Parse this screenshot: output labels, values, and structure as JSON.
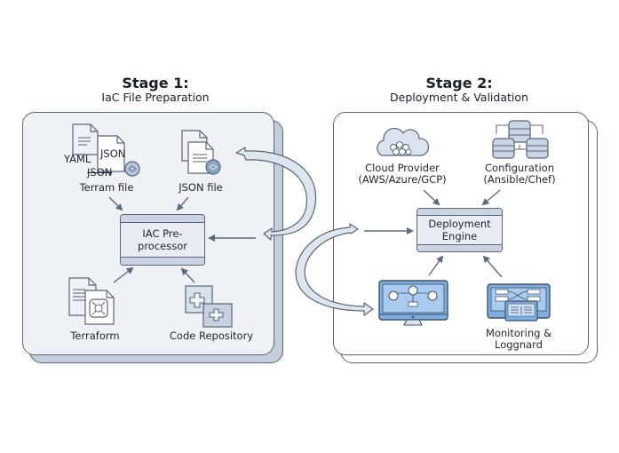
{
  "stage1": {
    "title": "Stage 1:",
    "subtitle": "IaC File Preparation",
    "items": {
      "file_docs": {
        "yaml_label": "YAML",
        "json_label_top": "JSON",
        "json_label_bottom": "JSON",
        "caption": "Terram file",
        "icon": "document-stack-icon"
      },
      "json_file": {
        "caption": "JSON file",
        "icon": "json-document-icon"
      },
      "preprocessor": {
        "line1": "IAC Pre-",
        "line2": "processor"
      },
      "terraform": {
        "caption": "Terraform",
        "icon": "terraform-document-icon"
      },
      "code_repo": {
        "caption": "Code Repository",
        "icon": "repository-icon"
      }
    }
  },
  "stage2": {
    "title": "Stage 2:",
    "subtitle": "Deployment & Validation",
    "items": {
      "cloud_provider": {
        "line1": "Cloud Provider",
        "line2": "(AWS/Azure/GCP)",
        "icon": "cloud-icon"
      },
      "configuration": {
        "line1": "Configuration",
        "line2": "(Ansible/Chef)",
        "icon": "database-cluster-icon"
      },
      "engine": {
        "line1": "Deployment",
        "line2": "Engine"
      },
      "desktop": {
        "icon": "cloud-desktop-monitor-icon"
      },
      "monitoring": {
        "line1": "Monitoring &",
        "line2": "Loggnard",
        "icon": "monitoring-dashboard-icon"
      }
    }
  },
  "colors": {
    "panel1_fill": "#eef1f5",
    "panel1_back": "#c3cddb",
    "panel2_fill": "#ffffff",
    "stroke": "#5a6578",
    "arrow": "#5d6b82",
    "curved_arrow_fill": "#dde5ef",
    "screen_blue": "#6fa3d8"
  }
}
